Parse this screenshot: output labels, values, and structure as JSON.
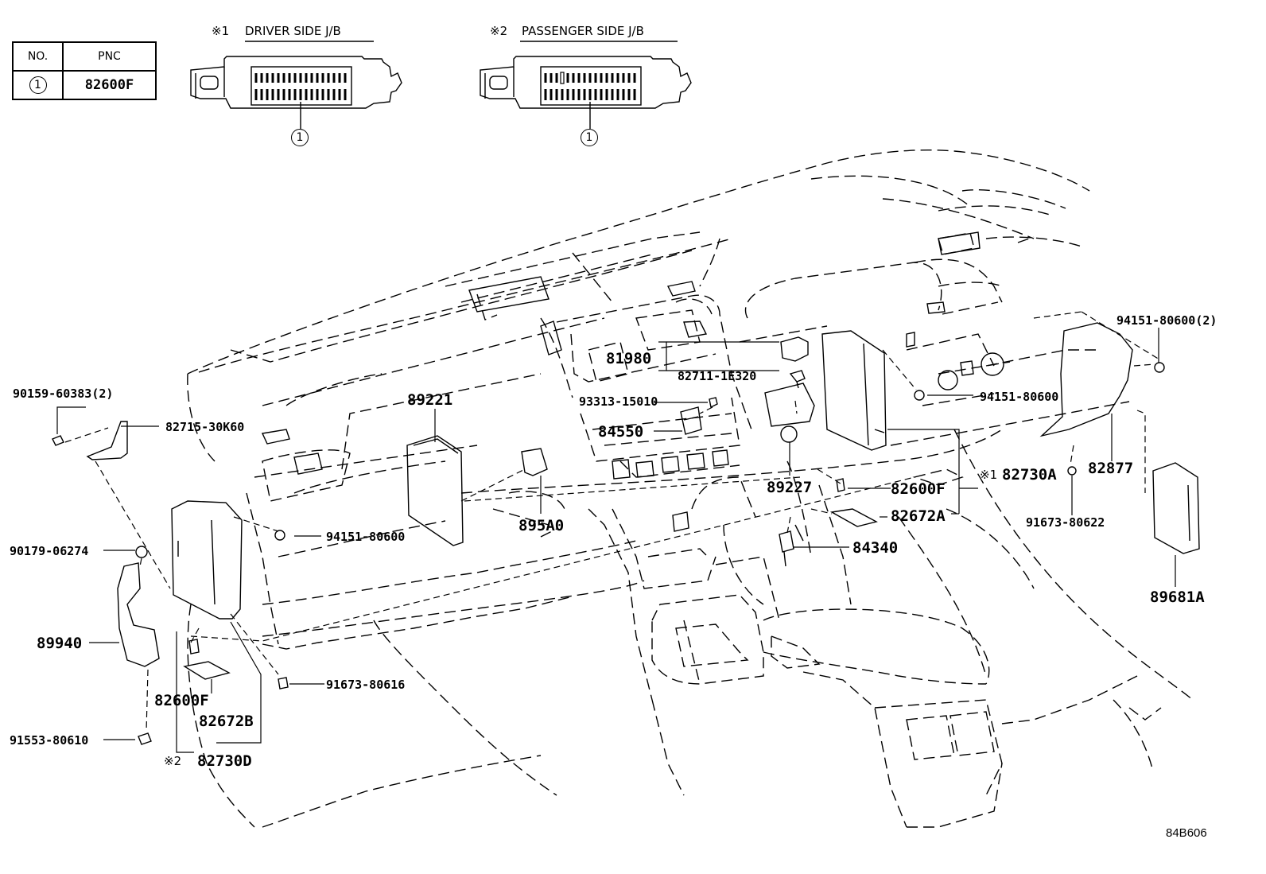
{
  "table": {
    "header_no": "NO.",
    "header_pnc": "PNC",
    "row_no": "1",
    "row_pnc": "82600F"
  },
  "insets": {
    "driver": {
      "mark": "※1",
      "title": "DRIVER SIDE J/B",
      "callout": "1"
    },
    "passenger": {
      "mark": "※2",
      "title": "PASSENGER SIDE J/B",
      "callout": "1"
    }
  },
  "labels": {
    "p81980": "81980",
    "p82711": "82711-1E320",
    "p89221": "89221",
    "p93313": "93313-15010",
    "p84550": "84550",
    "p94151_80600_2": "94151-80600(2)",
    "p94151_80600_r": "94151-80600",
    "p90159": "90159-60383(2)",
    "p82715": "82715-30K60",
    "p89227": "89227",
    "p82600F_r": "82600F",
    "p82730A_mark": "※1",
    "p82730A": "82730A",
    "p82877": "82877",
    "p91673_80622": "91673-80622",
    "p94151_80600_l": "94151-80600",
    "p895A0": "895A0",
    "p82672A": "82672A",
    "p84340": "84340",
    "p89681A": "89681A",
    "p90179": "90179-06274",
    "p89940": "89940",
    "p91673_80616": "91673-80616",
    "p82600F_l": "82600F",
    "p82672B": "82672B",
    "p91553": "91553-80610",
    "p82730D_mark": "※2",
    "p82730D": "82730D",
    "ref": "84B606"
  }
}
